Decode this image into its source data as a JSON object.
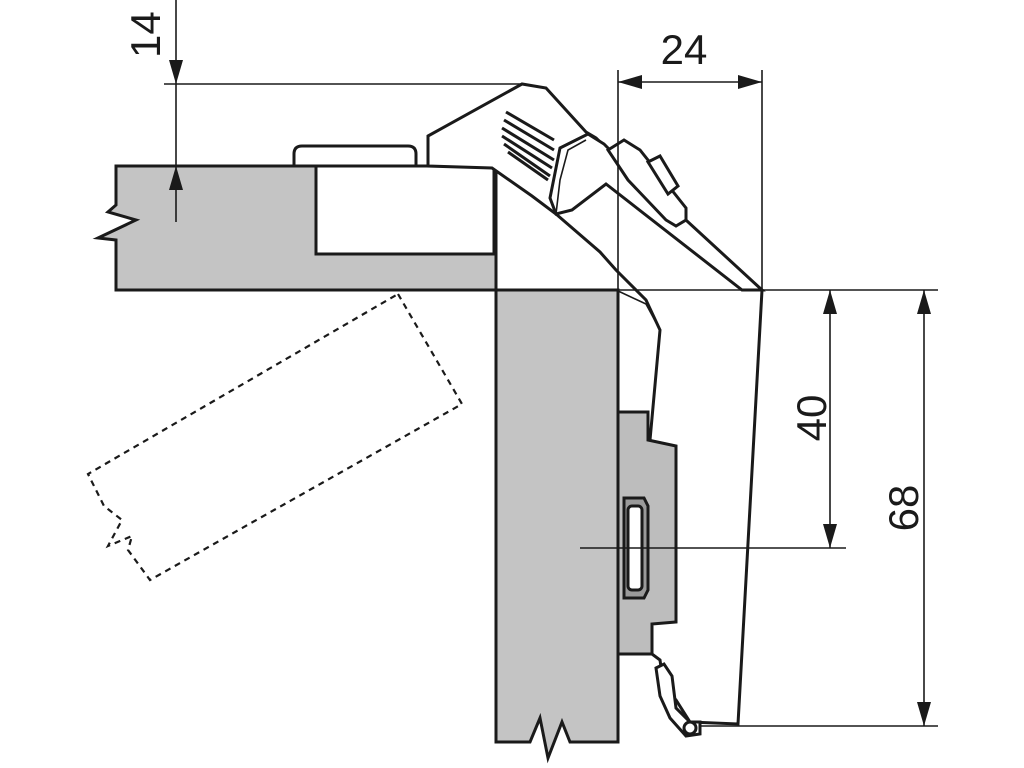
{
  "dimensions": {
    "top_offset": "14",
    "width": "24",
    "height_to_center": "40",
    "height_total": "68"
  },
  "colors": {
    "panel_fill": "#c4c4c4",
    "line": "#1a1a1a",
    "background": "#ffffff"
  }
}
